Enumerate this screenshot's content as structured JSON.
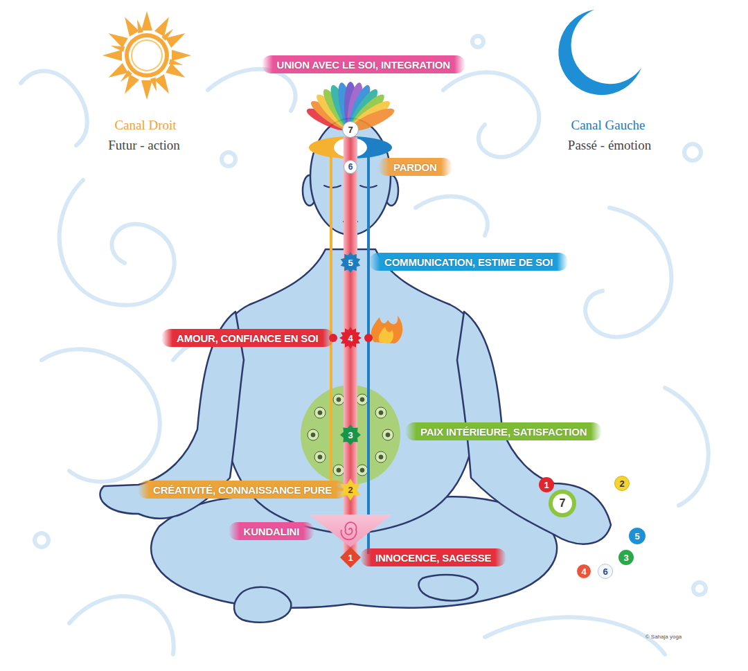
{
  "diagram": {
    "nodes": [
      {
        "text": [
          "UNION AVEC LE SOI, INTEGRATION"
        ]
      },
      {
        "text": [
          "7"
        ]
      },
      {
        "text": [
          "6"
        ]
      },
      {
        "text": [
          "PARDON"
        ]
      },
      {
        "text": [
          "5"
        ]
      },
      {
        "text": [
          "COMMUNICATION, ESTIME DE SOI"
        ]
      },
      {
        "text": [
          "AMOUR, CONFIANCE EN SOI"
        ]
      },
      {
        "text": [
          "4"
        ]
      },
      {
        "text": [
          "3"
        ]
      },
      {
        "text": [
          "PAIX INTÉRIEURE, SATISFACTION"
        ]
      },
      {
        "text": [
          "CRÉATIVITÉ, CONNAISSANCE PURE"
        ]
      },
      {
        "text": [
          "2"
        ]
      },
      {
        "text": [
          "1"
        ]
      },
      {
        "text": [
          "2"
        ]
      },
      {
        "text": [
          "7"
        ]
      },
      {
        "text": [
          "KUNDALINI"
        ]
      },
      {
        "text": [
          "5"
        ]
      },
      {
        "text": [
          "3"
        ]
      },
      {
        "text": [
          "INNOCENCE, SAGESSE"
        ]
      },
      {
        "text": [
          "1"
        ]
      },
      {
        "text": [
          "4"
        ]
      },
      {
        "text": [
          "6"
        ]
      }
    ],
    "labels": [
      "Canal Droit",
      "Futur - action",
      "Canal Gauche",
      "Passé - émotion",
      "© Sahaja yoga"
    ]
  }
}
